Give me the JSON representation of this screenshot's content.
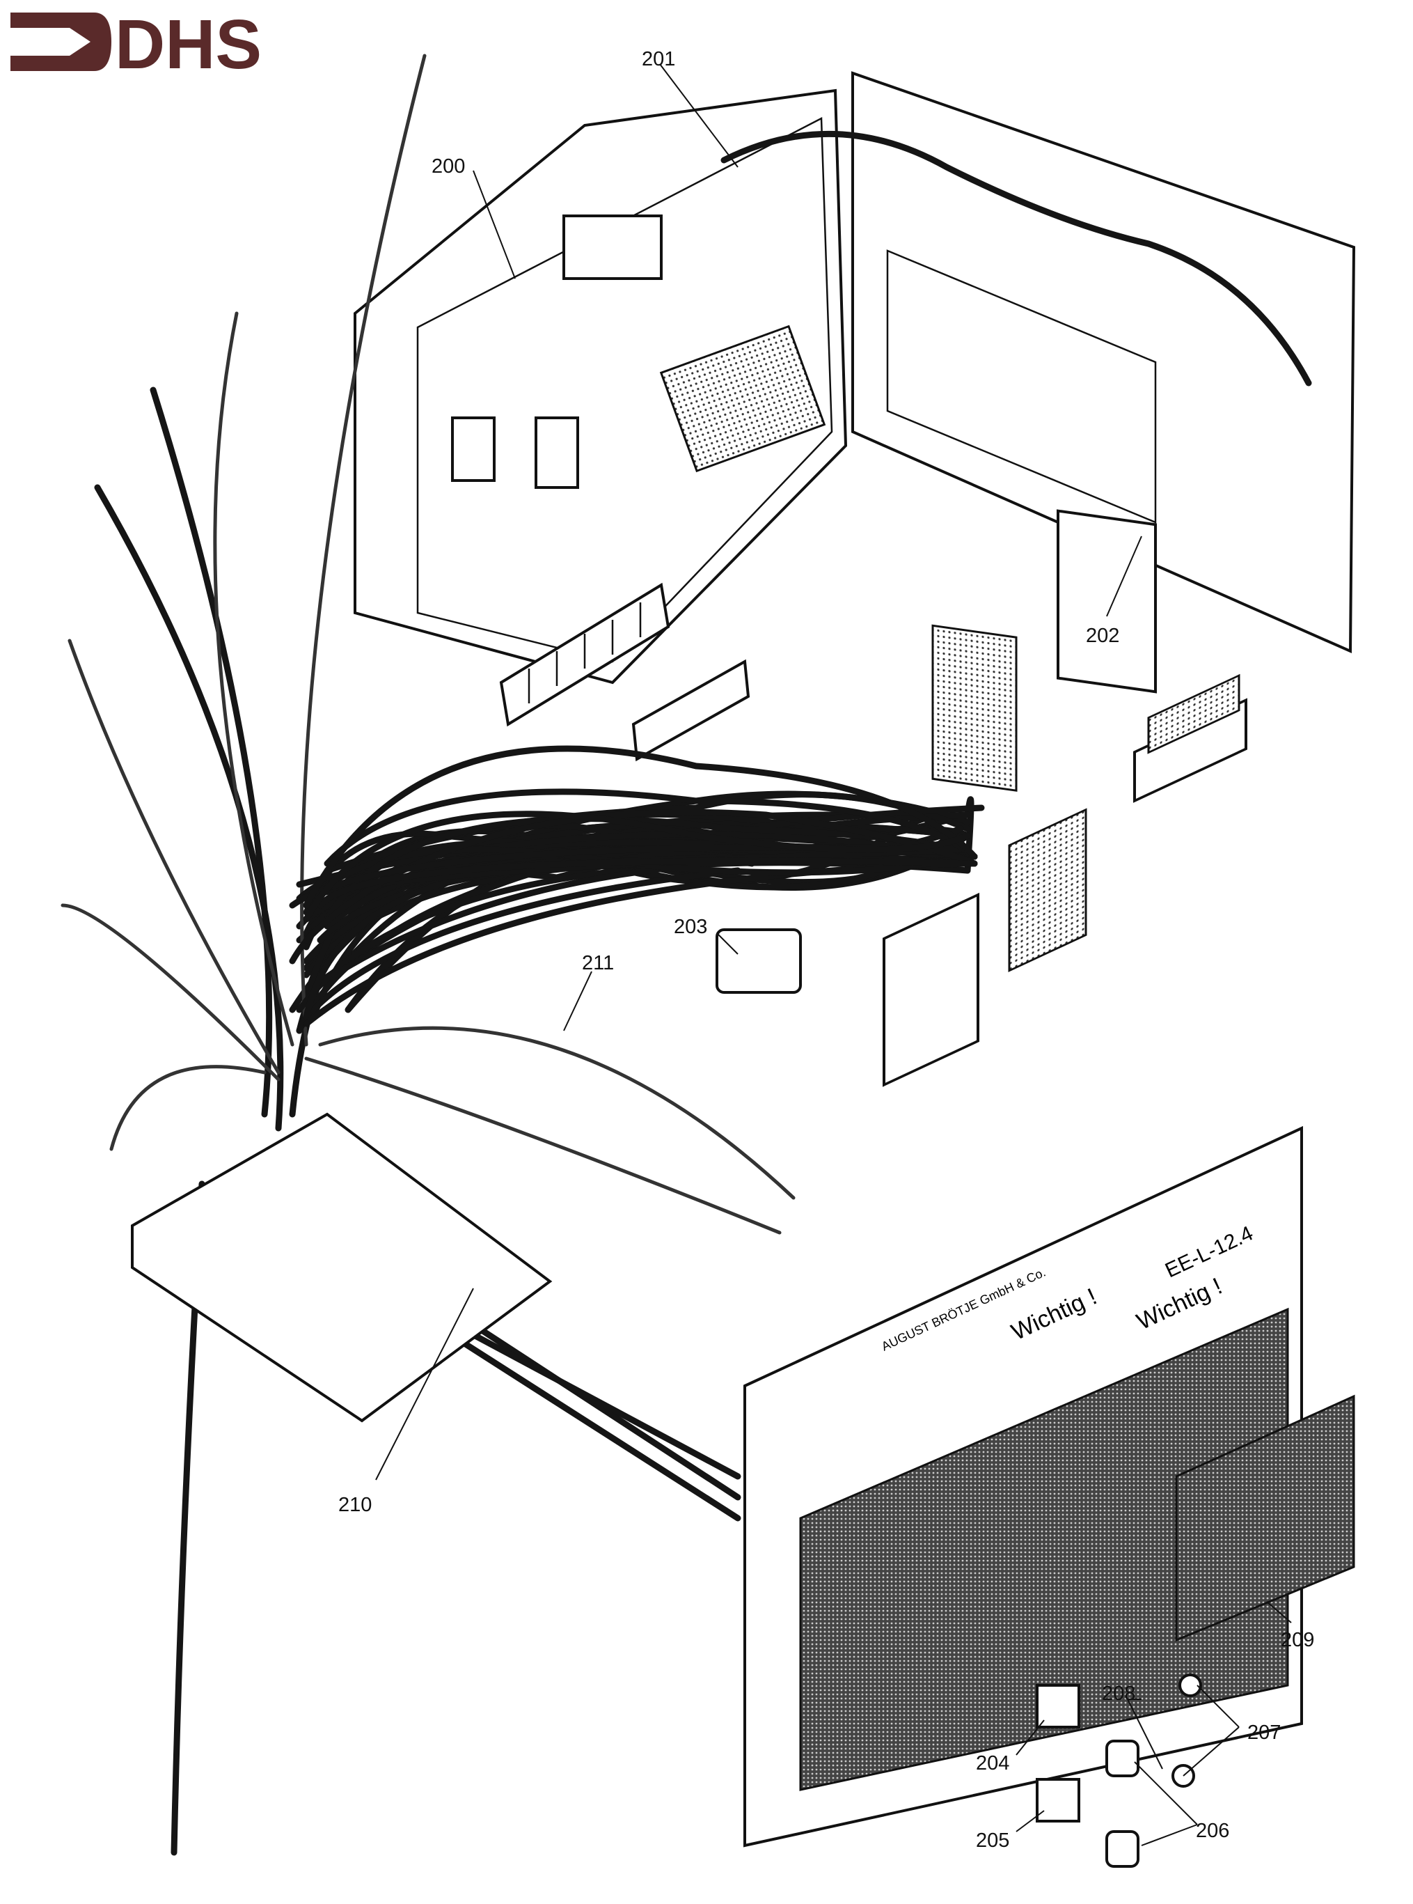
{
  "logo": {
    "text": "DHS",
    "color": "#5a2a2a"
  },
  "callouts": [
    {
      "number": "200"
    },
    {
      "number": "201"
    },
    {
      "number": "202"
    },
    {
      "number": "203"
    },
    {
      "number": "204"
    },
    {
      "number": "205"
    },
    {
      "number": "206"
    },
    {
      "number": "207"
    },
    {
      "number": "208"
    },
    {
      "number": "209"
    },
    {
      "number": "210"
    },
    {
      "number": "211"
    }
  ],
  "panel_labels": {
    "manufacturer": "AUGUST BRÖTJE GmbH & Co.",
    "notice_1": "Wichtig !",
    "notice_2": "Wichtig !",
    "model": "EE-L-12.4"
  }
}
